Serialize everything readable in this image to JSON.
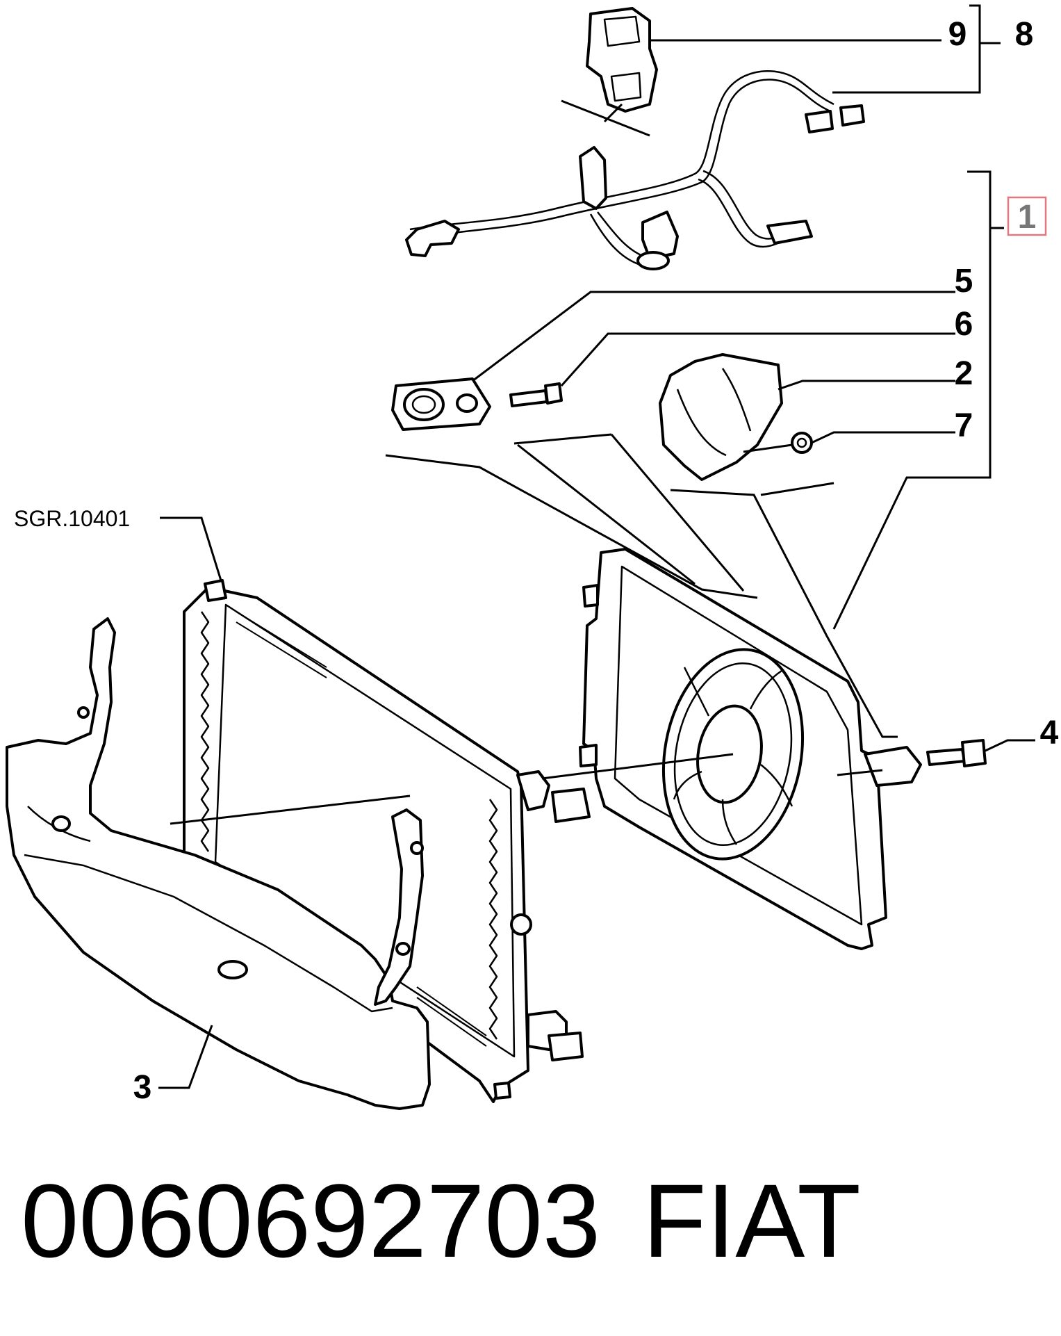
{
  "callouts": {
    "c1": "1",
    "c2": "2",
    "c3": "3",
    "c4": "4",
    "c5": "5",
    "c6": "6",
    "c7": "7",
    "c8": "8",
    "c9": "9"
  },
  "reference": "SGR.10401",
  "footer": {
    "part_number": "0060692703",
    "brand": "FIAT"
  },
  "highlight_color": "#e3777f"
}
